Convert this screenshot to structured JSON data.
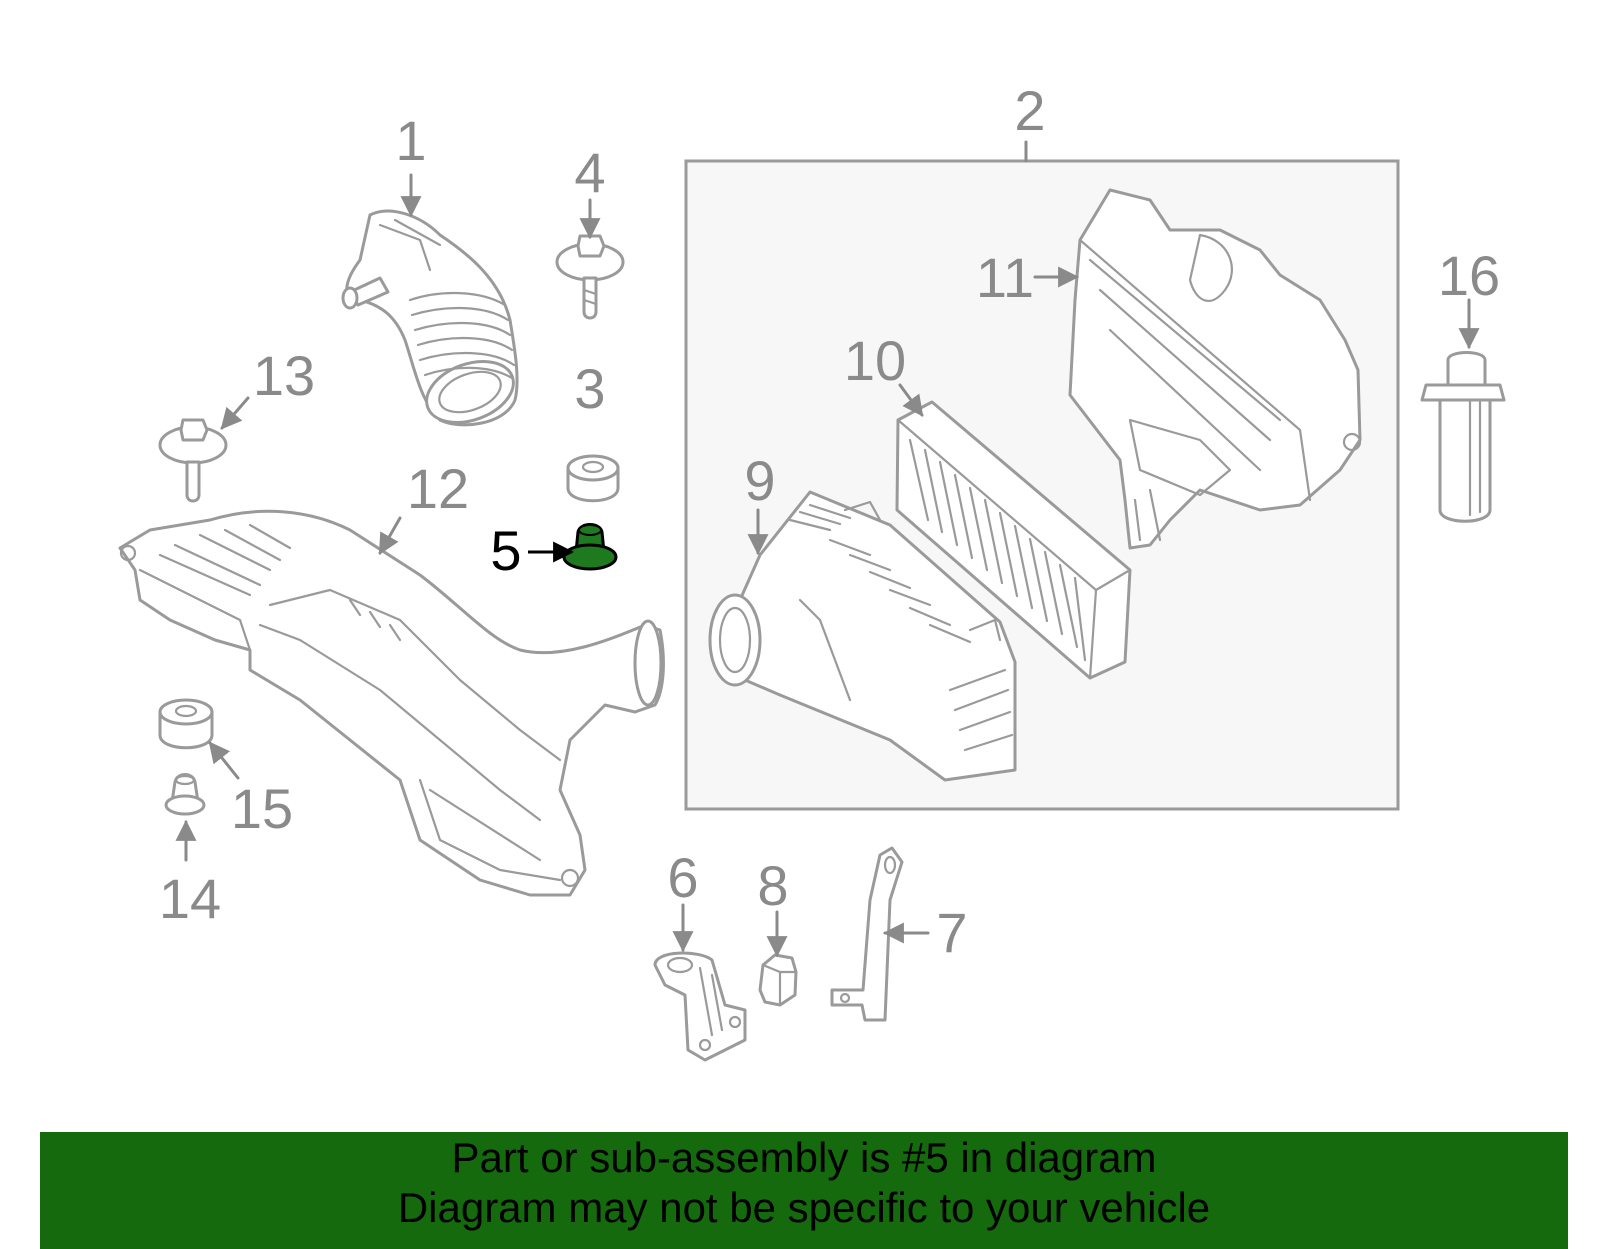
{
  "callouts": {
    "c1": "1",
    "c2": "2",
    "c3": "3",
    "c4": "4",
    "c5": "5",
    "c6": "6",
    "c7": "7",
    "c8": "8",
    "c9": "9",
    "c10": "10",
    "c11": "11",
    "c12": "12",
    "c13": "13",
    "c14": "14",
    "c15": "15",
    "c16": "16"
  },
  "highlight": {
    "part": "5",
    "color": "#1f7a1f"
  },
  "colors": {
    "banner": "#146a0c",
    "line": "#9a9a9a",
    "box_fill": "#f7f7f7"
  },
  "banner": {
    "line1": "Part or sub-assembly is #5 in diagram",
    "line2": "Diagram may not be specific to your vehicle"
  }
}
